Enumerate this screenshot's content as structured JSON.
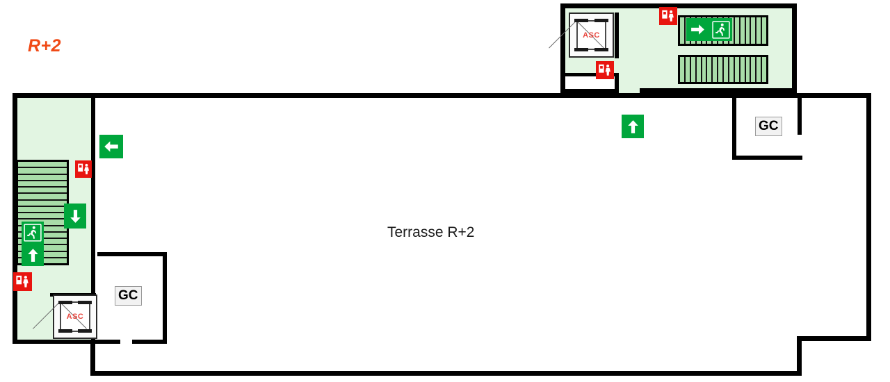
{
  "plan": {
    "floor_label": "R+2",
    "terrace_label": "Terrasse R+2",
    "colors": {
      "floor_label": "#f04a16",
      "room_fill": "#e2f5e2",
      "stair_fill": "#a9dda9",
      "wall": "#000000",
      "exit_green": "#00a63c",
      "fire_red": "#e8150f",
      "elevator_text": "#e8473f"
    }
  },
  "rooms": [
    {
      "name": "stairwell-top-right",
      "label": "",
      "fill": "green"
    },
    {
      "name": "stairwell-left",
      "label": "",
      "fill": "green"
    },
    {
      "name": "terrace",
      "label": "Terrasse R+2",
      "fill": "white"
    },
    {
      "name": "technical-room-left",
      "label": "GC",
      "fill": "white"
    },
    {
      "name": "technical-room-right",
      "label": "GC",
      "fill": "white"
    }
  ],
  "gc_rooms": [
    {
      "id": "gc-left",
      "label": "GC"
    },
    {
      "id": "gc-right",
      "label": "GC"
    }
  ],
  "elevators": [
    {
      "id": "elevator-top-right",
      "label": "ASC"
    },
    {
      "id": "elevator-left",
      "label": "ASC"
    }
  ],
  "stairs": [
    {
      "id": "stair-top-right-upper",
      "orientation": "vertical",
      "treads": 16
    },
    {
      "id": "stair-top-right-lower",
      "orientation": "vertical",
      "treads": 16
    },
    {
      "id": "stair-left",
      "orientation": "horizontal",
      "treads": 16
    }
  ],
  "signs": [
    {
      "id": "exit-arrow-right-top",
      "type": "arrow-right",
      "icon": "exit-arrow-right-icon"
    },
    {
      "id": "exit-runningman-top",
      "type": "running-man",
      "icon": "emergency-exit-running-man-icon"
    },
    {
      "id": "exit-arrow-left-mid",
      "type": "arrow-left",
      "icon": "exit-arrow-left-icon"
    },
    {
      "id": "exit-arrow-down-left",
      "type": "arrow-down",
      "icon": "exit-arrow-down-icon"
    },
    {
      "id": "exit-runningman-left",
      "type": "running-man",
      "icon": "emergency-exit-running-man-icon"
    },
    {
      "id": "exit-arrow-up-left",
      "type": "arrow-up",
      "icon": "exit-arrow-up-icon"
    },
    {
      "id": "exit-arrow-up-center",
      "type": "arrow-up",
      "icon": "exit-arrow-up-icon"
    }
  ],
  "fire_equipment": [
    {
      "id": "fire-alarm-top-right-1",
      "icon": "fire-alarm-call-point-icon"
    },
    {
      "id": "fire-alarm-top-right-2",
      "icon": "fire-alarm-call-point-icon"
    },
    {
      "id": "fire-alarm-left-1",
      "icon": "fire-alarm-call-point-icon"
    },
    {
      "id": "fire-alarm-left-2",
      "icon": "fire-alarm-call-point-icon"
    }
  ]
}
